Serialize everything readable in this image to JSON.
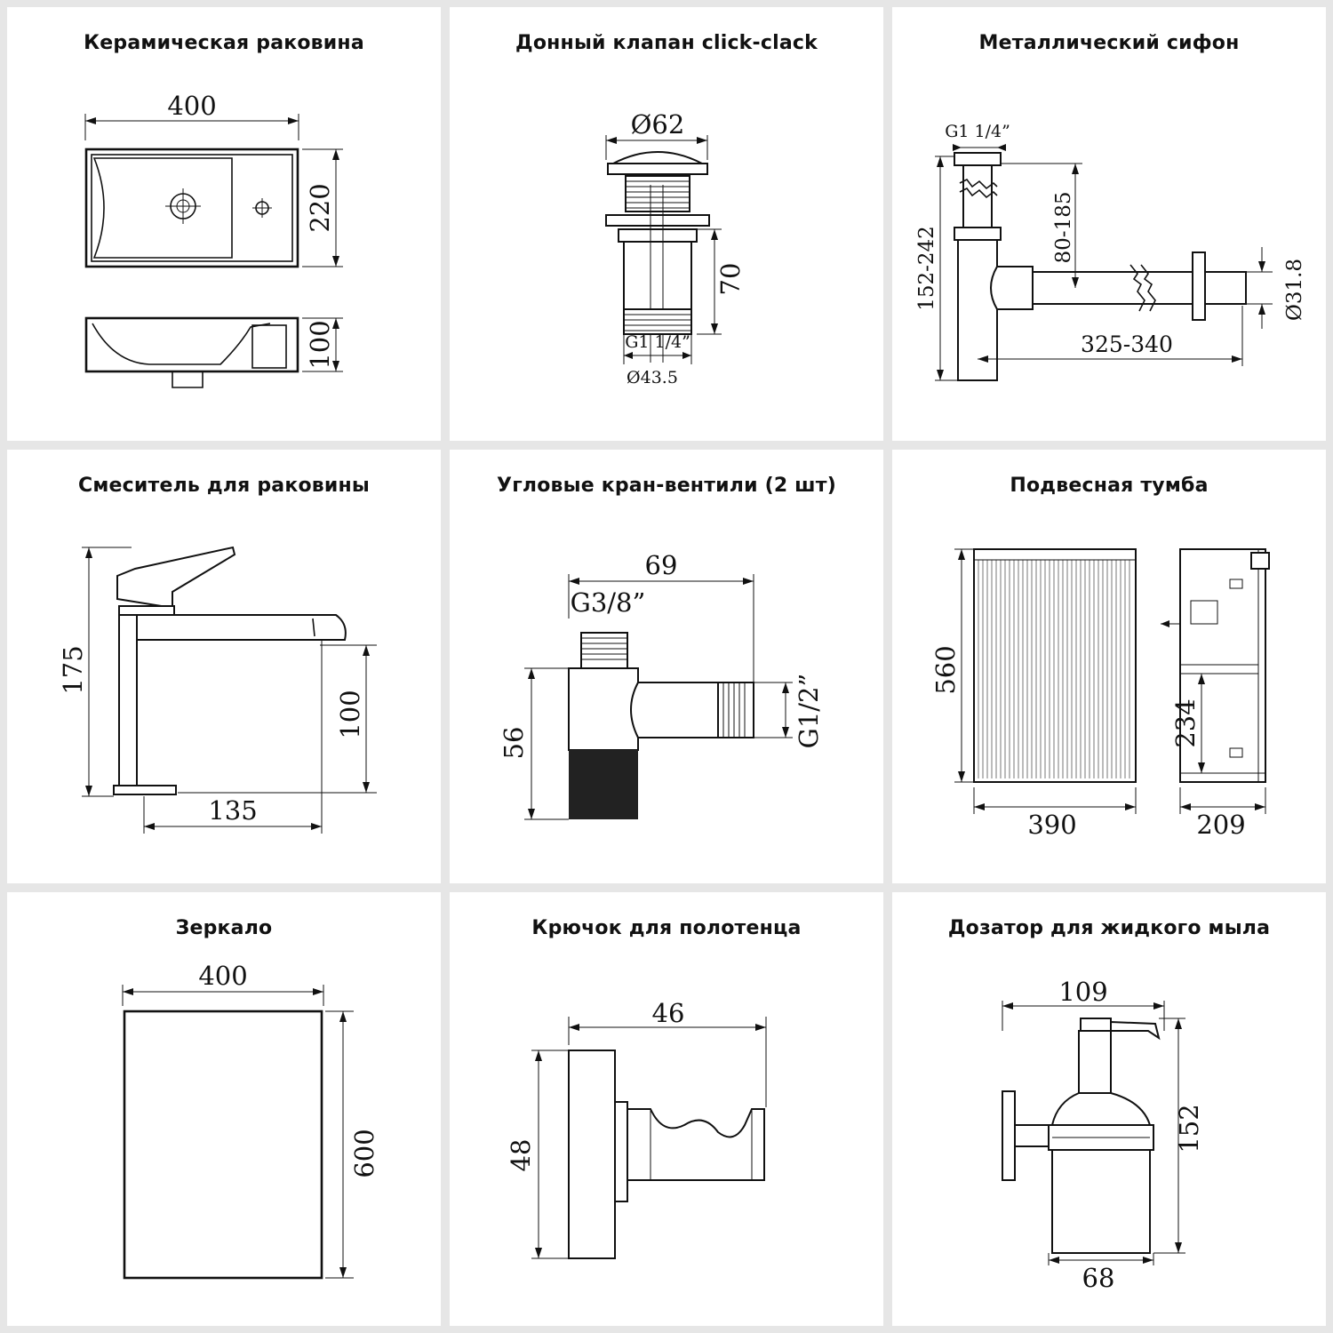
{
  "panels": [
    {
      "title": "Керамическая раковина",
      "dims": {
        "width": "400",
        "depth": "220",
        "height": "100"
      }
    },
    {
      "title": "Донный клапан click-clack",
      "dims": {
        "top_diameter": "Ø62",
        "height": "70",
        "thread": "G1 1/4”",
        "bottom_diameter": "Ø43.5"
      }
    },
    {
      "title": "Металлический сифон",
      "dims": {
        "thread": "G1 1/4”",
        "height": "152-242",
        "adjust": "80-185",
        "outlet_diameter": "Ø31.8",
        "length": "325-340"
      }
    },
    {
      "title": "Смеситель для раковины",
      "dims": {
        "height": "175",
        "spout_height": "100",
        "spout_length": "135"
      }
    },
    {
      "title": "Угловые кран-вентили (2 шт)",
      "dims": {
        "length": "69",
        "inlet": "G3/8”",
        "height": "56",
        "outlet": "G1/2”"
      }
    },
    {
      "title": "Подвесная тумба",
      "dims": {
        "height": "560",
        "width": "390",
        "shelf": "234",
        "depth": "209"
      }
    },
    {
      "title": "Зеркало",
      "dims": {
        "width": "400",
        "height": "600"
      }
    },
    {
      "title": "Крючок для полотенца",
      "dims": {
        "depth": "46",
        "height": "48"
      }
    },
    {
      "title": "Дозатор для жидкого мыла",
      "dims": {
        "depth": "109",
        "height": "152",
        "width": "68"
      }
    }
  ]
}
